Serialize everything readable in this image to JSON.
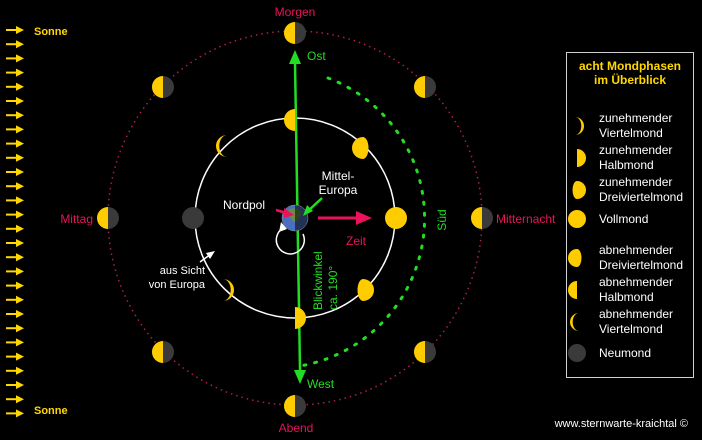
{
  "diagram": {
    "sun_label": "Sonne",
    "morning_label": "Morgen",
    "evening_label": "Abend",
    "noon_label": "Mittag",
    "midnight_label": "Mitternacht",
    "east_label": "Ost",
    "west_label": "West",
    "south_label": "Süd",
    "north_pole_label": "Nordpol",
    "central_europe_label": "Mittel-\nEuropa",
    "time_label": "Zeit",
    "view_label": "aus Sicht\nvon Europa",
    "view_angle_label": "Blickwinkel\nca. 190°"
  },
  "legend": {
    "title": "acht Mondphasen\nim Überblick",
    "items": [
      {
        "phase": "waxing-crescent",
        "label": "zunehmender\nViertelmond"
      },
      {
        "phase": "first-quarter",
        "label": "zunehmender\nHalbmond"
      },
      {
        "phase": "waxing-gibbous",
        "label": "zunehmender\nDreiviertelmond"
      },
      {
        "phase": "full-moon",
        "label": "Vollmond"
      },
      {
        "phase": "waning-gibbous",
        "label": "abnehmender\nDreiviertelmond"
      },
      {
        "phase": "last-quarter",
        "label": "abnehmender\nHalbmond"
      },
      {
        "phase": "waning-crescent",
        "label": "abnehmender\nViertelmond"
      },
      {
        "phase": "new-moon",
        "label": "Neumond"
      }
    ]
  },
  "credit": "www.sternwarte-kraichtal  ©",
  "colors": {
    "moon_lit": "#ffcc00",
    "moon_dark": "#3a3a3a",
    "accent_red": "#e8135b",
    "line_green": "#22dd22",
    "label_yellow": "#ffd800"
  }
}
